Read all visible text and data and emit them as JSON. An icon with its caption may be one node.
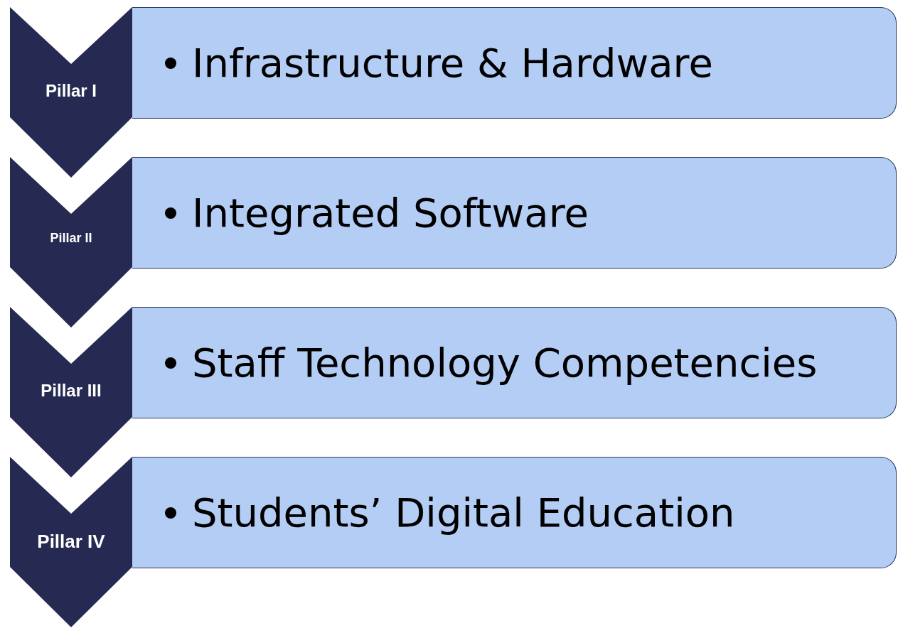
{
  "diagram": {
    "nodes": [
      {
        "text": [
          "Pillar I"
        ]
      },
      {
        "text": [
          "Infrastructure & Hardware"
        ]
      },
      {
        "text": [
          "Pillar II"
        ]
      },
      {
        "text": [
          "Integrated Software"
        ]
      },
      {
        "text": [
          "Pillar III"
        ]
      },
      {
        "text": [
          "Staff Technology Competencies"
        ]
      },
      {
        "text": [
          "Pillar IV"
        ]
      },
      {
        "text": [
          "Students’ Digital Education"
        ]
      }
    ]
  }
}
